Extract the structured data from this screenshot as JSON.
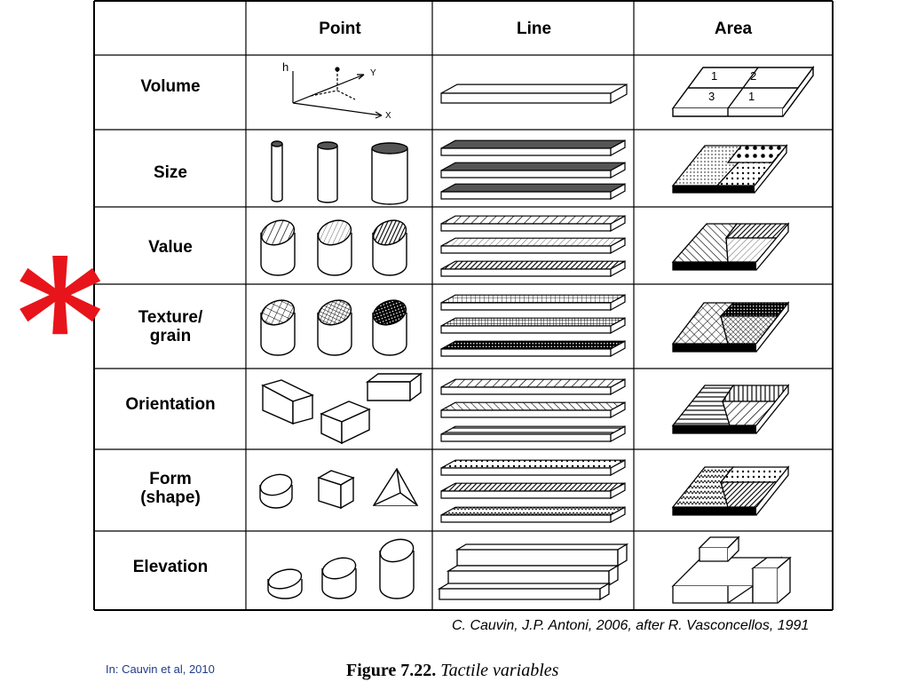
{
  "columns": [
    "Point",
    "Line",
    "Area"
  ],
  "rows": [
    {
      "label": "Volume"
    },
    {
      "label": "Size"
    },
    {
      "label": "Value"
    },
    {
      "label": "Texture/\ngrain"
    },
    {
      "label": "Orientation"
    },
    {
      "label": "Form\n(shape)"
    },
    {
      "label": "Elevation"
    }
  ],
  "axes": {
    "h": "h",
    "y": "Y",
    "x": "X"
  },
  "area_volume_numbers": [
    "1",
    "2",
    "3",
    "1"
  ],
  "asterisk": "*",
  "credit": "C. Cauvin, J.P. Antoni, 2006, after R. Vasconcellos, 1991",
  "source": "In: Cauvin et al, 2010",
  "figure": {
    "number": "Figure 7.22.",
    "title": "Tactile variables"
  }
}
